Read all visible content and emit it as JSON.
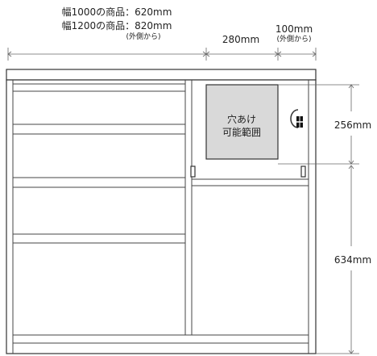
{
  "labels": {
    "width1000": "幅1000の商品：620mm",
    "width1200": "幅1200の商品：820mm",
    "outside_left": "(外側から)",
    "dim_280": "280mm",
    "dim_100": "100mm",
    "outside_right": "(外側から)",
    "hole_line1": "穴あけ",
    "hole_line2": "可能範囲",
    "dim_256": "256mm",
    "dim_634": "634mm"
  },
  "colors": {
    "hole_area": "#d9d9d9",
    "line": "#333333"
  }
}
